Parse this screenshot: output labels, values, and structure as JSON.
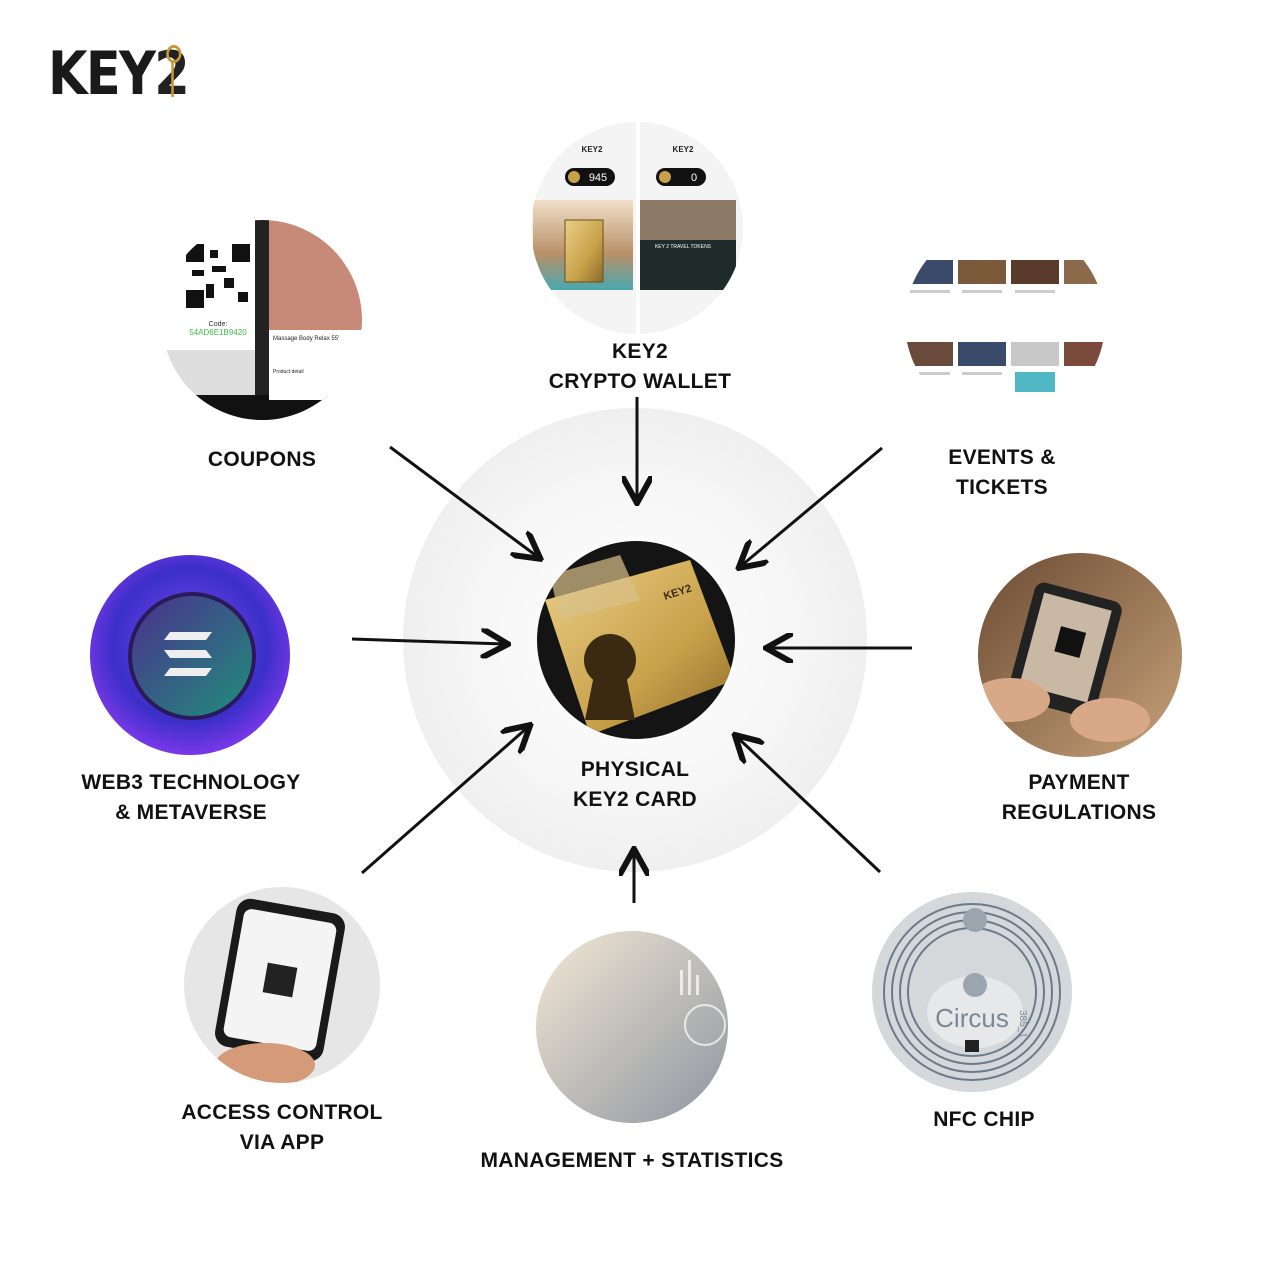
{
  "logo": {
    "text_main": "KEY",
    "text_digit": "2"
  },
  "center": {
    "label_line1": "PHYSICAL",
    "label_line2": "KEY2 CARD",
    "card_brand": "KEY2"
  },
  "nodes": {
    "wallet": {
      "label_line1": "KEY2",
      "label_line2": "CRYPTO WALLET",
      "balance_left": "945",
      "balance_right": "0",
      "screen_brand": "KEY2",
      "tokens_title": "KEY 2 TRAVEL TOKENS"
    },
    "coupons": {
      "label": "COUPONS",
      "code_label": "Code:",
      "code_value": "54AD6E1B9420",
      "product_name": "Massage Body Relax 55'",
      "product_detail": "Product detail"
    },
    "events": {
      "label_line1": "EVENTS &",
      "label_line2": "TICKETS"
    },
    "web3": {
      "label_line1": "WEB3 TECHNOLOGY",
      "label_line2": "& METAVERSE"
    },
    "payment": {
      "label_line1": "PAYMENT",
      "label_line2": "REGULATIONS"
    },
    "access": {
      "label_line1": "ACCESS CONTROL",
      "label_line2": "VIA APP"
    },
    "management": {
      "label": "MANAGEMENT + STATISTICS"
    },
    "nfc": {
      "label": "NFC CHIP",
      "chip_text": "Circus",
      "chip_code": "385_1"
    }
  },
  "colors": {
    "arrow": "#111111",
    "gold": "#c9a14a",
    "coupon_code": "#3dbb4a",
    "web3_purple": "#5a2fd6"
  }
}
